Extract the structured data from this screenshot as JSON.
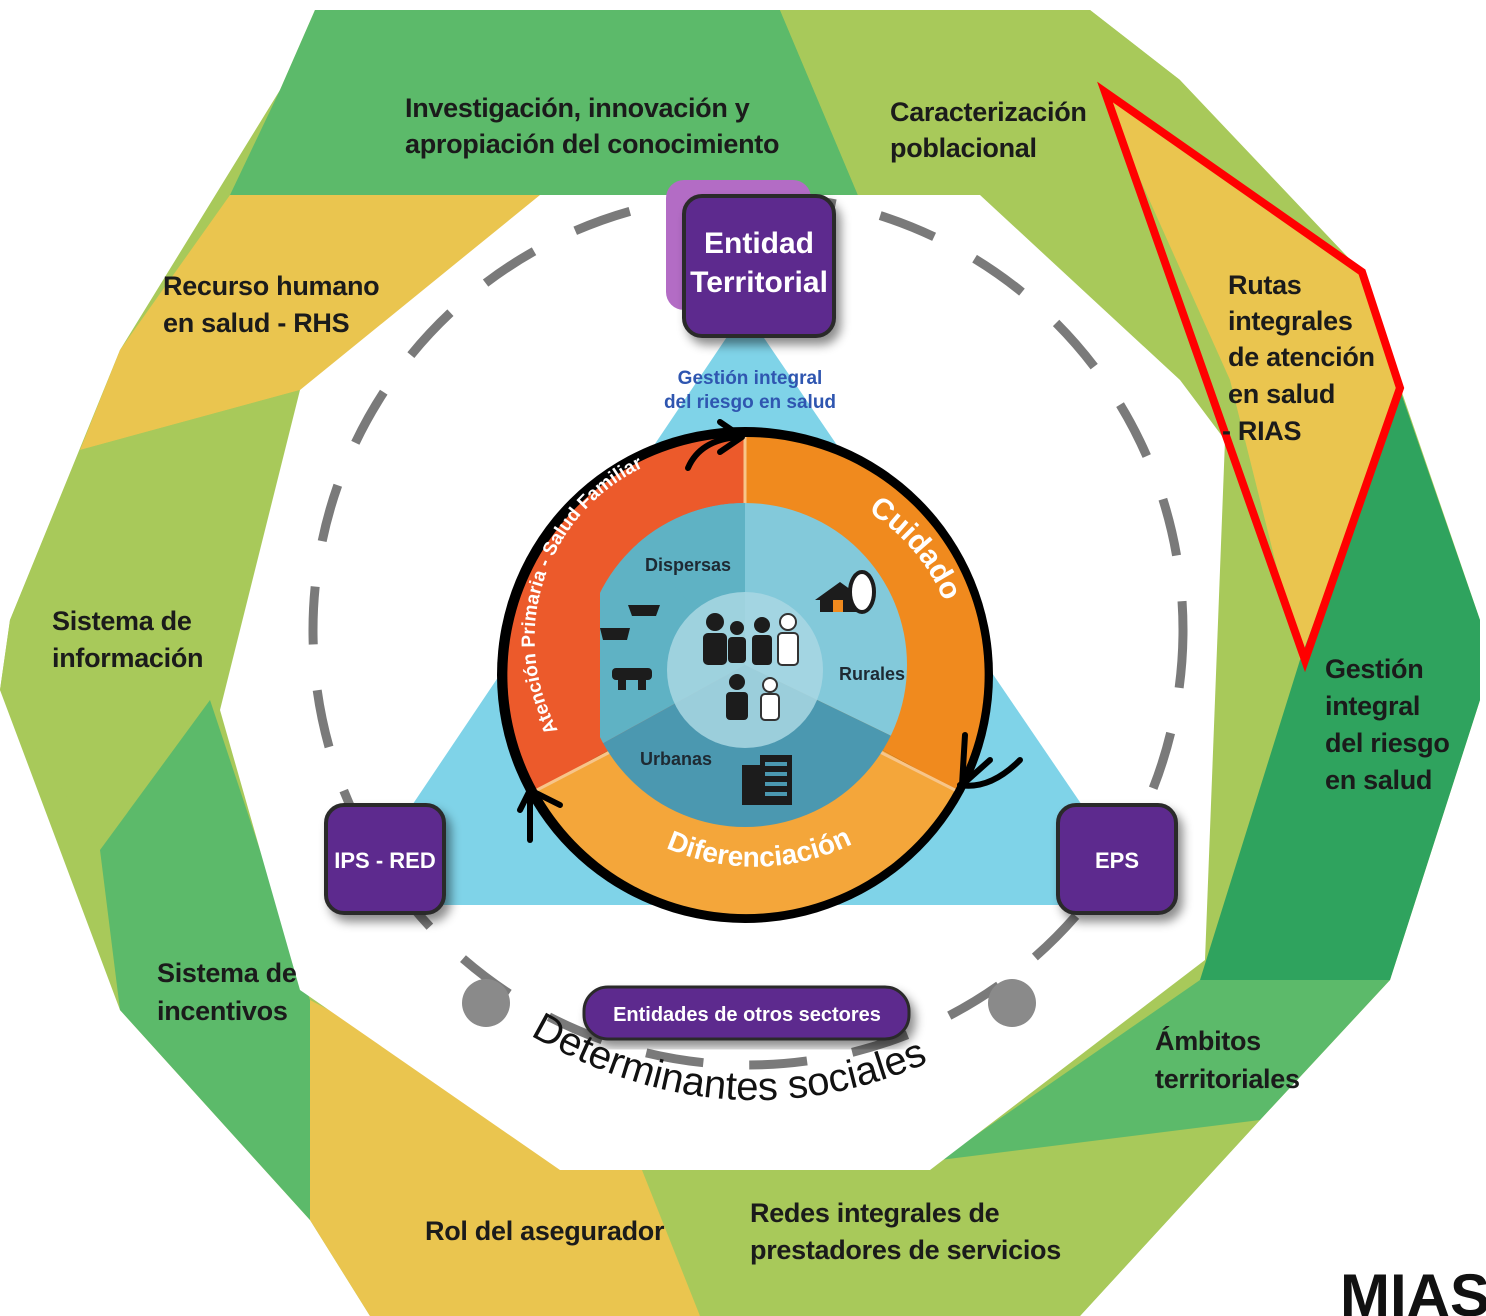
{
  "outer_ring": {
    "investigacion": [
      "Investigación, innovación y",
      "apropiación del conocimiento"
    ],
    "caracterizacion": [
      "Caracterización",
      "poblacional"
    ],
    "rias": [
      "Rutas",
      "integrales",
      "de atención",
      "en salud",
      "- RIAS"
    ],
    "gestion_riesgo": [
      "Gestión",
      "integral",
      "del riesgo",
      "en salud"
    ],
    "ambitos": [
      "Ámbitos",
      "territoriales"
    ],
    "redes": [
      "Redes integrales de",
      "prestadores de servicios"
    ],
    "rol": [
      "Rol del asegurador"
    ],
    "incentivos": [
      "Sistema de",
      "incentivos"
    ],
    "informacion": [
      "Sistema de",
      "información"
    ],
    "rhs": [
      "Recurso humano",
      "en salud - RHS"
    ]
  },
  "actors": {
    "entidad_territorial": [
      "Entidad",
      "Territorial"
    ],
    "ips_red": "IPS - RED",
    "eps": "EPS",
    "otros_sectores": "Entidades de otros sectores"
  },
  "triangle": {
    "gestion_line1": "Gestión integral",
    "gestion_line2": "del riesgo en salud"
  },
  "care_ring": {
    "atencion_primaria": "Atención Primaria - Salud Familiar",
    "cuidado": "Cuidado",
    "diferenciacion": "Diferenciación"
  },
  "zones": {
    "dispersas": "Dispersas",
    "rurales": "Rurales",
    "urbanas": "Urbanas"
  },
  "determinantes": "Determinantes sociales",
  "brand": "MIAS",
  "colors": {
    "light_green": "#a8c95a",
    "mid_green": "#5cba6a",
    "dark_green": "#2fa35e",
    "yellow": "#eac54f",
    "purple": "#5d2a8e",
    "cyan": "#7fd3e8",
    "orange_red": "#ec5a2b",
    "orange": "#f08a1e",
    "light_orange": "#f4a63a",
    "highlight_red": "#ff0000"
  },
  "icons": [
    "people-group-icon",
    "house-icon",
    "building-icon",
    "shelter-icon"
  ]
}
